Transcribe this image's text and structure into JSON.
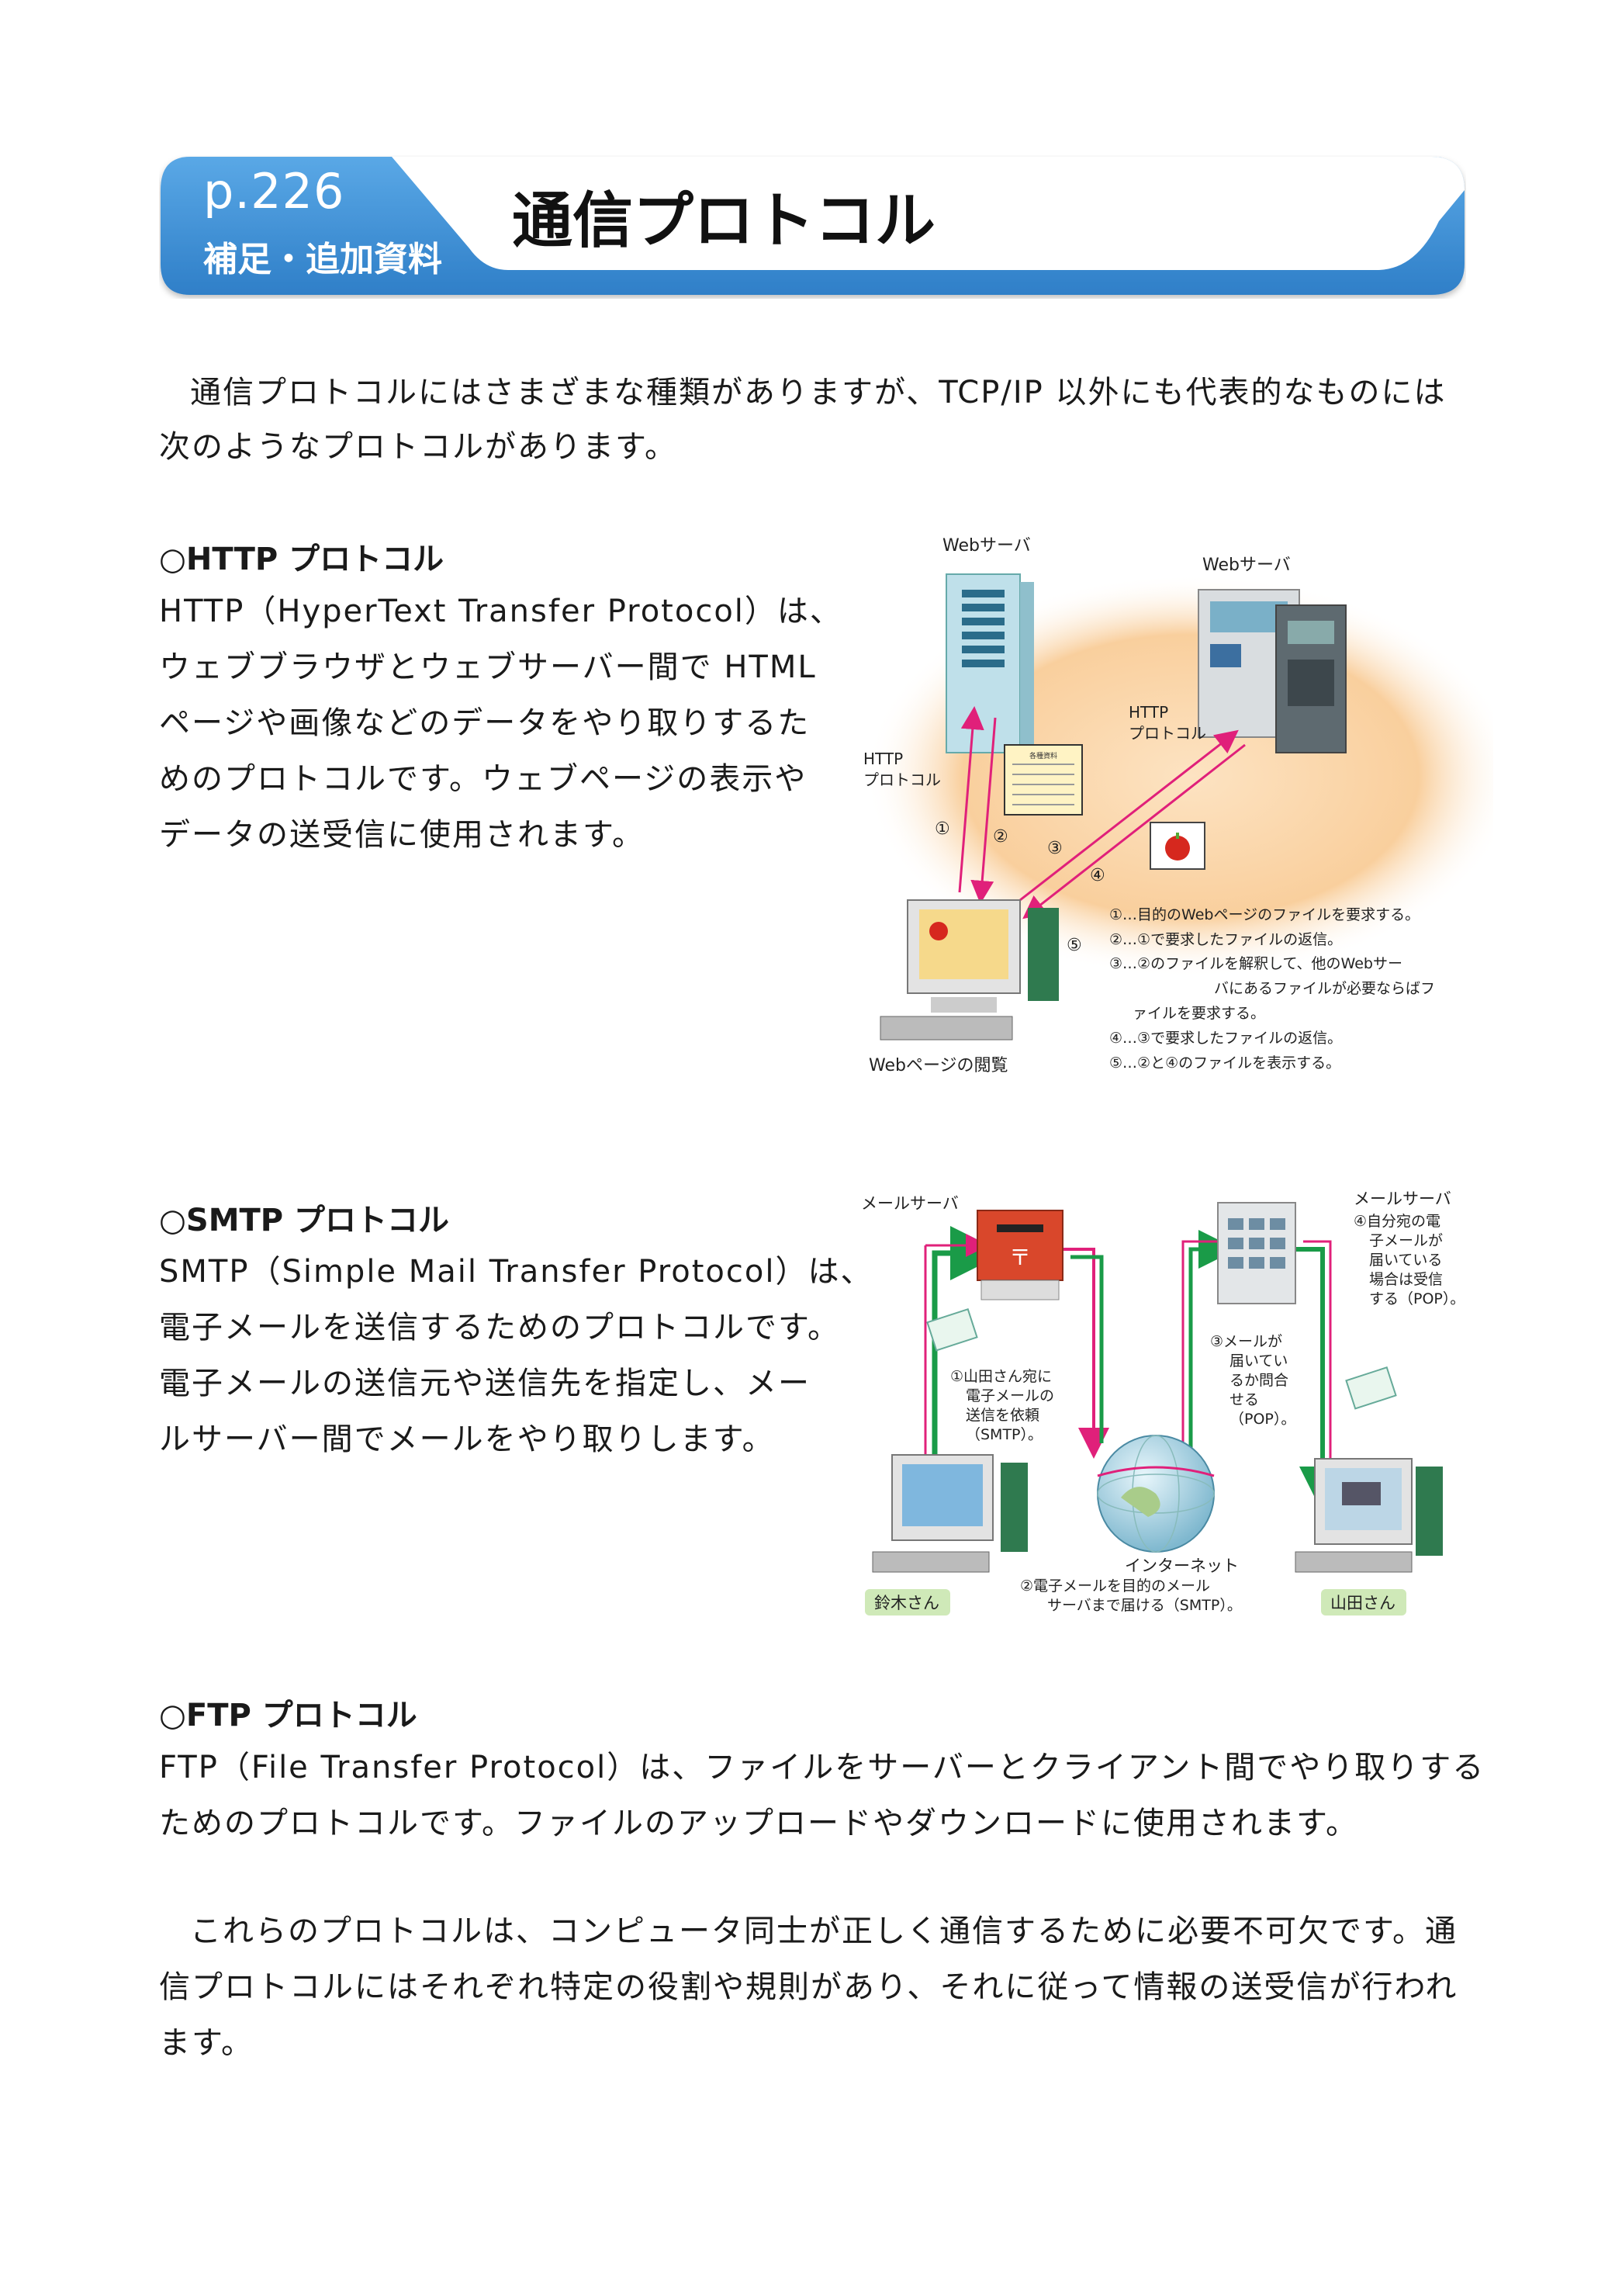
{
  "header": {
    "page_number": "p.226",
    "subtitle": "補足・追加資料",
    "title": "通信プロトコル"
  },
  "intro": {
    "line1": "通信プロトコルにはさまざまな種類がありますが、TCP/IP 以外にも代表的なものには",
    "line2": "次のようなプロトコルがあります。"
  },
  "http": {
    "heading": "○HTTP プロトコル",
    "lines": [
      "HTTP（HyperText Transfer Protocol）は、",
      "ウェブブラウザとウェブサーバー間で HTML",
      "ページや画像などのデータをやり取りするた",
      "めのプロトコルです。ウェブページの表示や",
      "データの送受信に使用されます。"
    ],
    "figure": {
      "server_left_label": "Webサーバ",
      "server_right_label": "Webサーバ",
      "protocol_left": [
        "HTTP",
        "プロトコル"
      ],
      "protocol_right": [
        "HTTP",
        "プロトコル"
      ],
      "client_label": "Webページの閲覧",
      "doc_title": "各種資料",
      "nums": [
        "①",
        "②",
        "③",
        "④",
        "⑤"
      ],
      "legend": [
        "①…目的のWebページのファイルを要求する。",
        "②…①で要求したファイルの返信。",
        "③…②のファイルを解釈して、他のWebサー",
        "バにあるファイルが必要ならばフ",
        "ァイルを要求する。",
        "④…③で要求したファイルの返信。",
        "⑤…②と④のファイルを表示する。"
      ]
    }
  },
  "smtp": {
    "heading": "○SMTP プロトコル",
    "lines": [
      "SMTP（Simple Mail Transfer Protocol）は、",
      "電子メールを送信するためのプロトコルです。",
      "電子メールの送信元や送信先を指定し、メー",
      "ルサーバー間でメールをやり取りします。"
    ],
    "figure": {
      "mail_server_left": "メールサーバ",
      "mail_server_right": "メールサーバ",
      "step1": [
        "①山田さん宛に",
        "電子メールの",
        "送信を依頼",
        "（SMTP）。"
      ],
      "step2": [
        "②電子メールを目的のメール",
        "サーバまで届ける（SMTP）。"
      ],
      "step3": [
        "③メールが",
        "届いてい",
        "るか問合",
        "せる",
        "（POP）。"
      ],
      "step4": [
        "④自分宛の電",
        "子メールが",
        "届いている",
        "場合は受信",
        "する（POP）。"
      ],
      "internet": "インターネット",
      "sender": "鈴木さん",
      "receiver": "山田さん"
    }
  },
  "ftp": {
    "heading": "○FTP プロトコル",
    "line1": "FTP（File Transfer Protocol）は、ファイルをサーバーとクライアント間でやり取りする",
    "line2": "ためのプロトコルです。ファイルのアップロードやダウンロードに使用されます。"
  },
  "closing": {
    "line1": "これらのプロトコルは、コンピュータ同士が正しく通信するために必要不可欠です。通",
    "line2": "信プロトコルにはそれぞれ特定の役割や規則があり、それに従って情報の送受信が行われ",
    "line3": "ます。"
  },
  "colors": {
    "banner_blue": "#3a8fd6",
    "arrow_pink": "#e0207a",
    "arrow_green": "#1a9b48",
    "glow_orange": "#f6c48c"
  }
}
